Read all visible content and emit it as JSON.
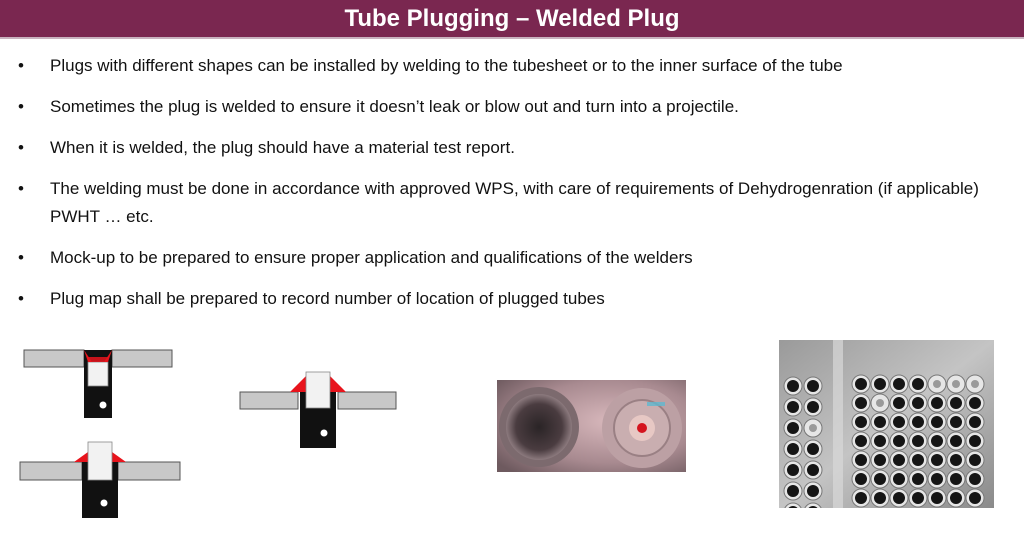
{
  "header": {
    "title": "Tube Plugging – Welded  Plug"
  },
  "bullet_glyph": "•",
  "bullets": [
    "Plugs with different shapes can be installed by welding to the tubesheet or to the inner surface of the tube",
    "Sometimes the plug is welded to ensure it  doesn’t leak or blow out and turn into a  projectile.",
    "When it is welded, the plug should have a  material test report.",
    "The welding must be done in accordance with approved WPS, with care of requirements of Dehydrogenration (if applicable) PWHT … etc.",
    "Mock-up to be prepared to ensure proper application and qualifications of the welders",
    "Plug map shall be prepared to record number of location of plugged tubes"
  ],
  "colors": {
    "title_bar": "#7a2750",
    "weld": "#e8141c",
    "plate": "#c8c8c8",
    "tube": "#111111"
  }
}
